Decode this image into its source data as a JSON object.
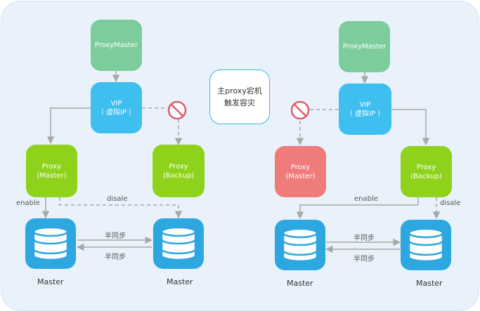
{
  "note": {
    "line1": "主proxy宕机",
    "line2": "触发容灾"
  },
  "left": {
    "proxymaster": "ProxyMaster",
    "vip_line1": "VIP",
    "vip_line2": "（ 虚拟IP ）",
    "proxy_master_line1": "Proxy",
    "proxy_master_line2": "(Master)",
    "proxy_backup_line1": "Proxy",
    "proxy_backup_line2": "(Backup)",
    "enable_label": "enable",
    "disable_label": "disale",
    "sync_top": "半同步",
    "sync_bottom": "半同步",
    "master_left": "Master",
    "master_right": "Master"
  },
  "right": {
    "proxymaster": "ProxyMaster",
    "vip_line1": "VIP",
    "vip_line2": "（ 虚拟IP ）",
    "proxy_master_line1": "Proxy",
    "proxy_master_line2": "(Master)",
    "proxy_backup_line1": "Proxy",
    "proxy_backup_line2": "(Backup)",
    "enable_label": "enable",
    "disable_label": "disale",
    "sync_top": "半同步",
    "sync_bottom": "半同步",
    "master_left": "Master",
    "master_right": "Master"
  },
  "colors": {
    "proxymaster": "#7dcc9c",
    "vip": "#3fbef0",
    "proxy_active": "#8fd21c",
    "proxy_failed": "#ef7b7b",
    "database": "#2da7df",
    "connector": "#a8a8a8",
    "blocked": "#e05a6a"
  }
}
